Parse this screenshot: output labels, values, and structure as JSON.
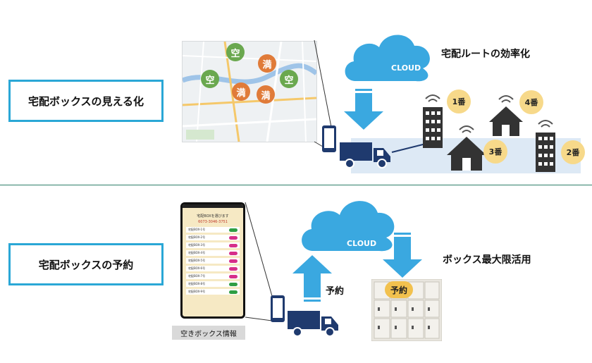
{
  "top": {
    "label": "宅配ボックスの見える化",
    "cloud_text": "CLOUD",
    "caption": "宅配ルートの効率化",
    "map_badges": [
      {
        "text": "空",
        "color": "#6aa84f"
      },
      {
        "text": "満",
        "color": "#e07b39"
      },
      {
        "text": "空",
        "color": "#6aa84f"
      },
      {
        "text": "空",
        "color": "#6aa84f"
      },
      {
        "text": "満",
        "color": "#e07b39"
      },
      {
        "text": "満",
        "color": "#e07b39"
      }
    ],
    "route_badges": [
      "1番",
      "2番",
      "3番",
      "4番"
    ]
  },
  "bottom": {
    "label": "宅配ボックスの予約",
    "cloud_text": "CLOUD",
    "caption": "ボックス最大限活用",
    "upload_label": "予約",
    "locker_label": "予約",
    "phone_label": "空きボックス情報",
    "app": {
      "title": "宅配BOXを選びます",
      "phone_number": "6073-3046-3751",
      "rows": [
        {
          "name": "宅配BOX-1号",
          "status": "#2e9e44"
        },
        {
          "name": "宅配BOX-2号",
          "status": "#d62f8a"
        },
        {
          "name": "宅配BOX-3号",
          "status": "#d62f8a"
        },
        {
          "name": "宅配BOX-4号",
          "status": "#d62f8a"
        },
        {
          "name": "宅配BOX-5号",
          "status": "#d62f8a"
        },
        {
          "name": "宅配BOX-6号",
          "status": "#d62f8a"
        },
        {
          "name": "宅配BOX-7号",
          "status": "#d62f8a"
        },
        {
          "name": "宅配BOX-8号",
          "status": "#2e9e44"
        },
        {
          "name": "宅配BOX-9号",
          "status": "#2e9e44"
        }
      ]
    }
  },
  "colors": {
    "accent": "#2aa7d6",
    "cloud": "#3aa8e0",
    "truck": "#1f3a6e",
    "divider": "#2f7f6a"
  }
}
